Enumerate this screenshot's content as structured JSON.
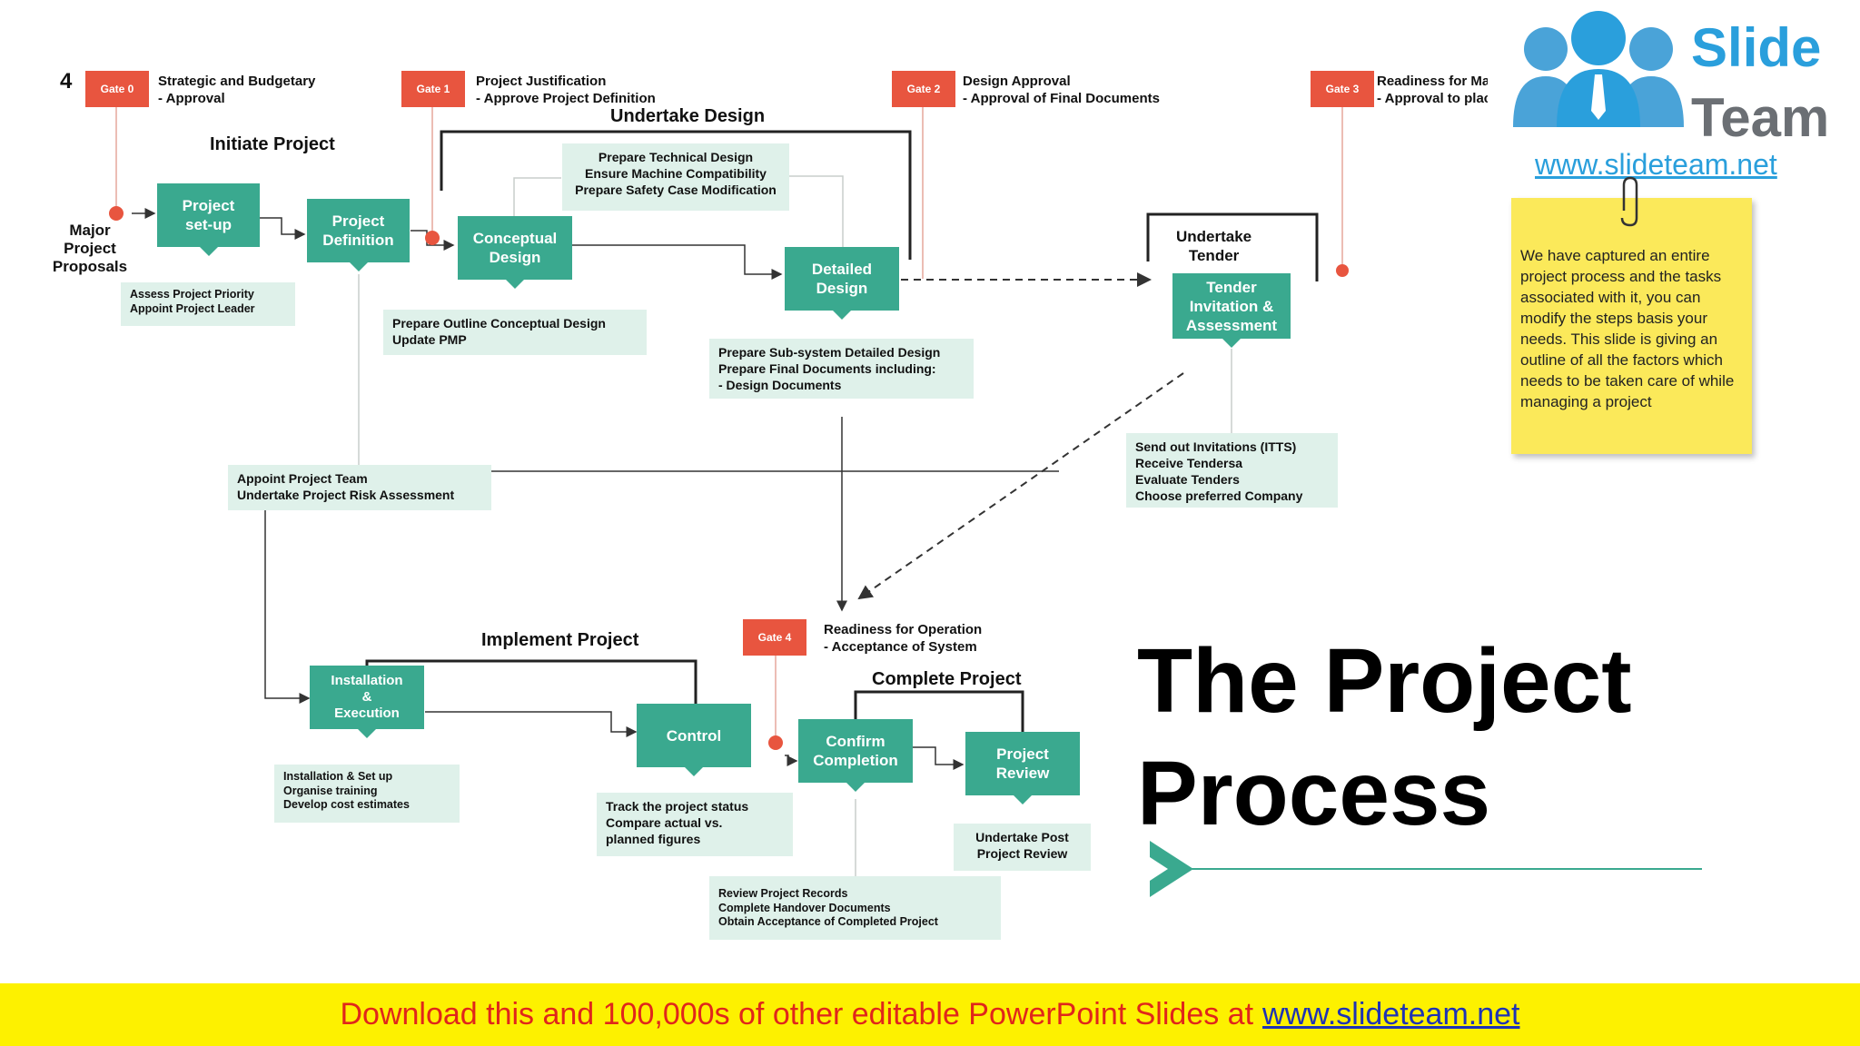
{
  "slide_number": "4",
  "title": "The Project\nProcess",
  "gates": [
    {
      "label": "Gate 0",
      "text": "Strategic and Budgetary\n- Approval"
    },
    {
      "label": "Gate 1",
      "text": "Project Justification\n- Approve Project Definition"
    },
    {
      "label": "Gate 2",
      "text": "Design Approval\n- Approval of Final Documents"
    },
    {
      "label": "Gate 3",
      "text": "Readiness for Manufac\n- Approval to place C"
    },
    {
      "label": "Gate 4",
      "text": "Readiness for Operation\n- Acceptance of System"
    }
  ],
  "phases": {
    "initiate": "Initiate Project",
    "design": "Undertake Design",
    "tender": "Undertake\nTender",
    "implement": "Implement Project",
    "complete": "Complete Project"
  },
  "start_label": "Major\nProject\nProposals",
  "steps": {
    "setup": "Project\nset-up",
    "definition": "Project\nDefinition",
    "conceptual": "Conceptual\nDesign",
    "detailed": "Detailed\nDesign",
    "tender": "Tender\nInvitation &\nAssessment",
    "installation": "Installation\n&\nExecution",
    "control": "Control",
    "confirm": "Confirm\nCompletion",
    "review": "Project\nReview"
  },
  "notes": {
    "setup": "Assess Project Priority\nAppoint Project Leader",
    "definition": "Appoint Project Team\nUndertake Project Risk Assessment",
    "conceptual": "Prepare Outline Conceptual Design\nUpdate PMP",
    "technical": "Prepare Technical Design\nEnsure Machine Compatibility\nPrepare Safety Case Modification",
    "detailed": "Prepare Sub-system Detailed Design\nPrepare Final Documents including:\n- Design Documents",
    "tender": "Send out Invitations (ITTS)\nReceive Tendersa\nEvaluate Tenders\nChoose preferred Company",
    "installation": "Installation & Set up\nOrganise training\nDevelop cost estimates",
    "control": "Track the project status\nCompare actual vs.\nplanned figures",
    "confirm": "Review Project Records\nComplete Handover Documents\nObtain Acceptance of Completed Project",
    "review": "Undertake Post\nProject Review"
  },
  "sticky_note": "We have captured an entire project process and the tasks associated with it, you can modify the steps basis your needs. This slide is giving an outline of all the factors which needs to be taken care of while managing a project",
  "brand": {
    "line1": "Slide",
    "line2": "Team",
    "url": "www.slideteam.net"
  },
  "footer": {
    "text": "Download this and 100,000s of other editable PowerPoint Slides at",
    "link": "www.slideteam.net"
  },
  "colors": {
    "teal": "#3aa98f",
    "gate_red": "#e8553f",
    "note_bg": "#dff1ea",
    "sticky": "#fbe95a",
    "footer_bg": "#fdf100",
    "footer_text": "#e0261b"
  }
}
